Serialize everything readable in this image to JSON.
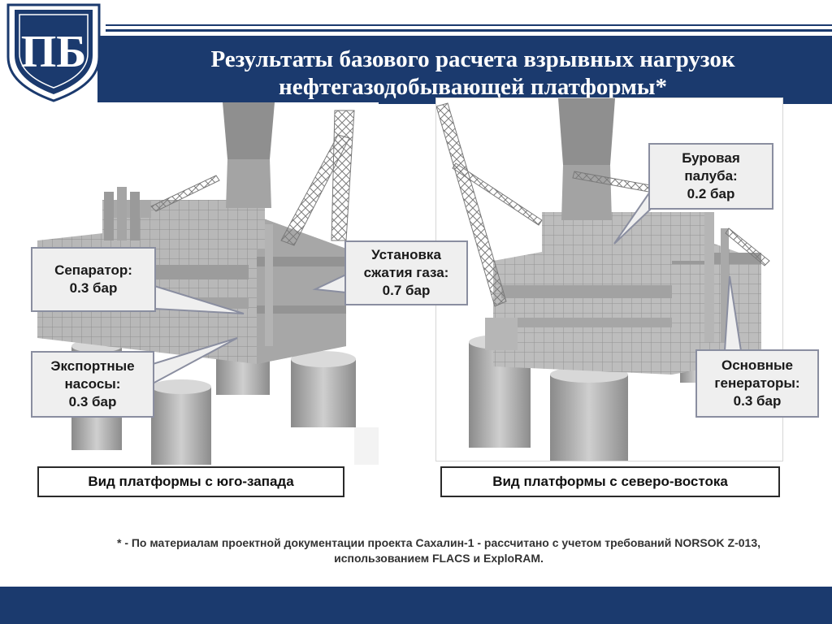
{
  "header": {
    "title_line1": "Результаты базового расчета взрывных нагрузок",
    "title_line2": "нефтегазодобывающей платформы*",
    "brand_color": "#1b3a6e"
  },
  "logo": {
    "letters": "ПБ"
  },
  "left_view": {
    "caption": "Вид платформы с юго-запада",
    "callouts": {
      "separator": {
        "line1": "Сепаратор:",
        "line2": "0.3 бар"
      },
      "gas_compression": {
        "line1": "Установка",
        "line2": "сжатия газа:",
        "line3": "0.7 бар"
      },
      "export_pumps": {
        "line1": "Экспортные",
        "line2": "насосы:",
        "line3": "0.3 бар"
      }
    }
  },
  "right_view": {
    "caption": "Вид платформы с северо-востока",
    "callouts": {
      "drill_deck": {
        "line1": "Буровая",
        "line2": "палуба:",
        "line3": "0.2 бар"
      },
      "main_generators": {
        "line1": "Основные",
        "line2": "генераторы:",
        "line3": "0.3 бар"
      }
    }
  },
  "footnote": {
    "line1": "* - По материалам проектной документации проекта Сахалин-1 - рассчитано с учетом требований NORSOK Z-013,",
    "line2": "использованием FLACS и ExploRAM."
  }
}
